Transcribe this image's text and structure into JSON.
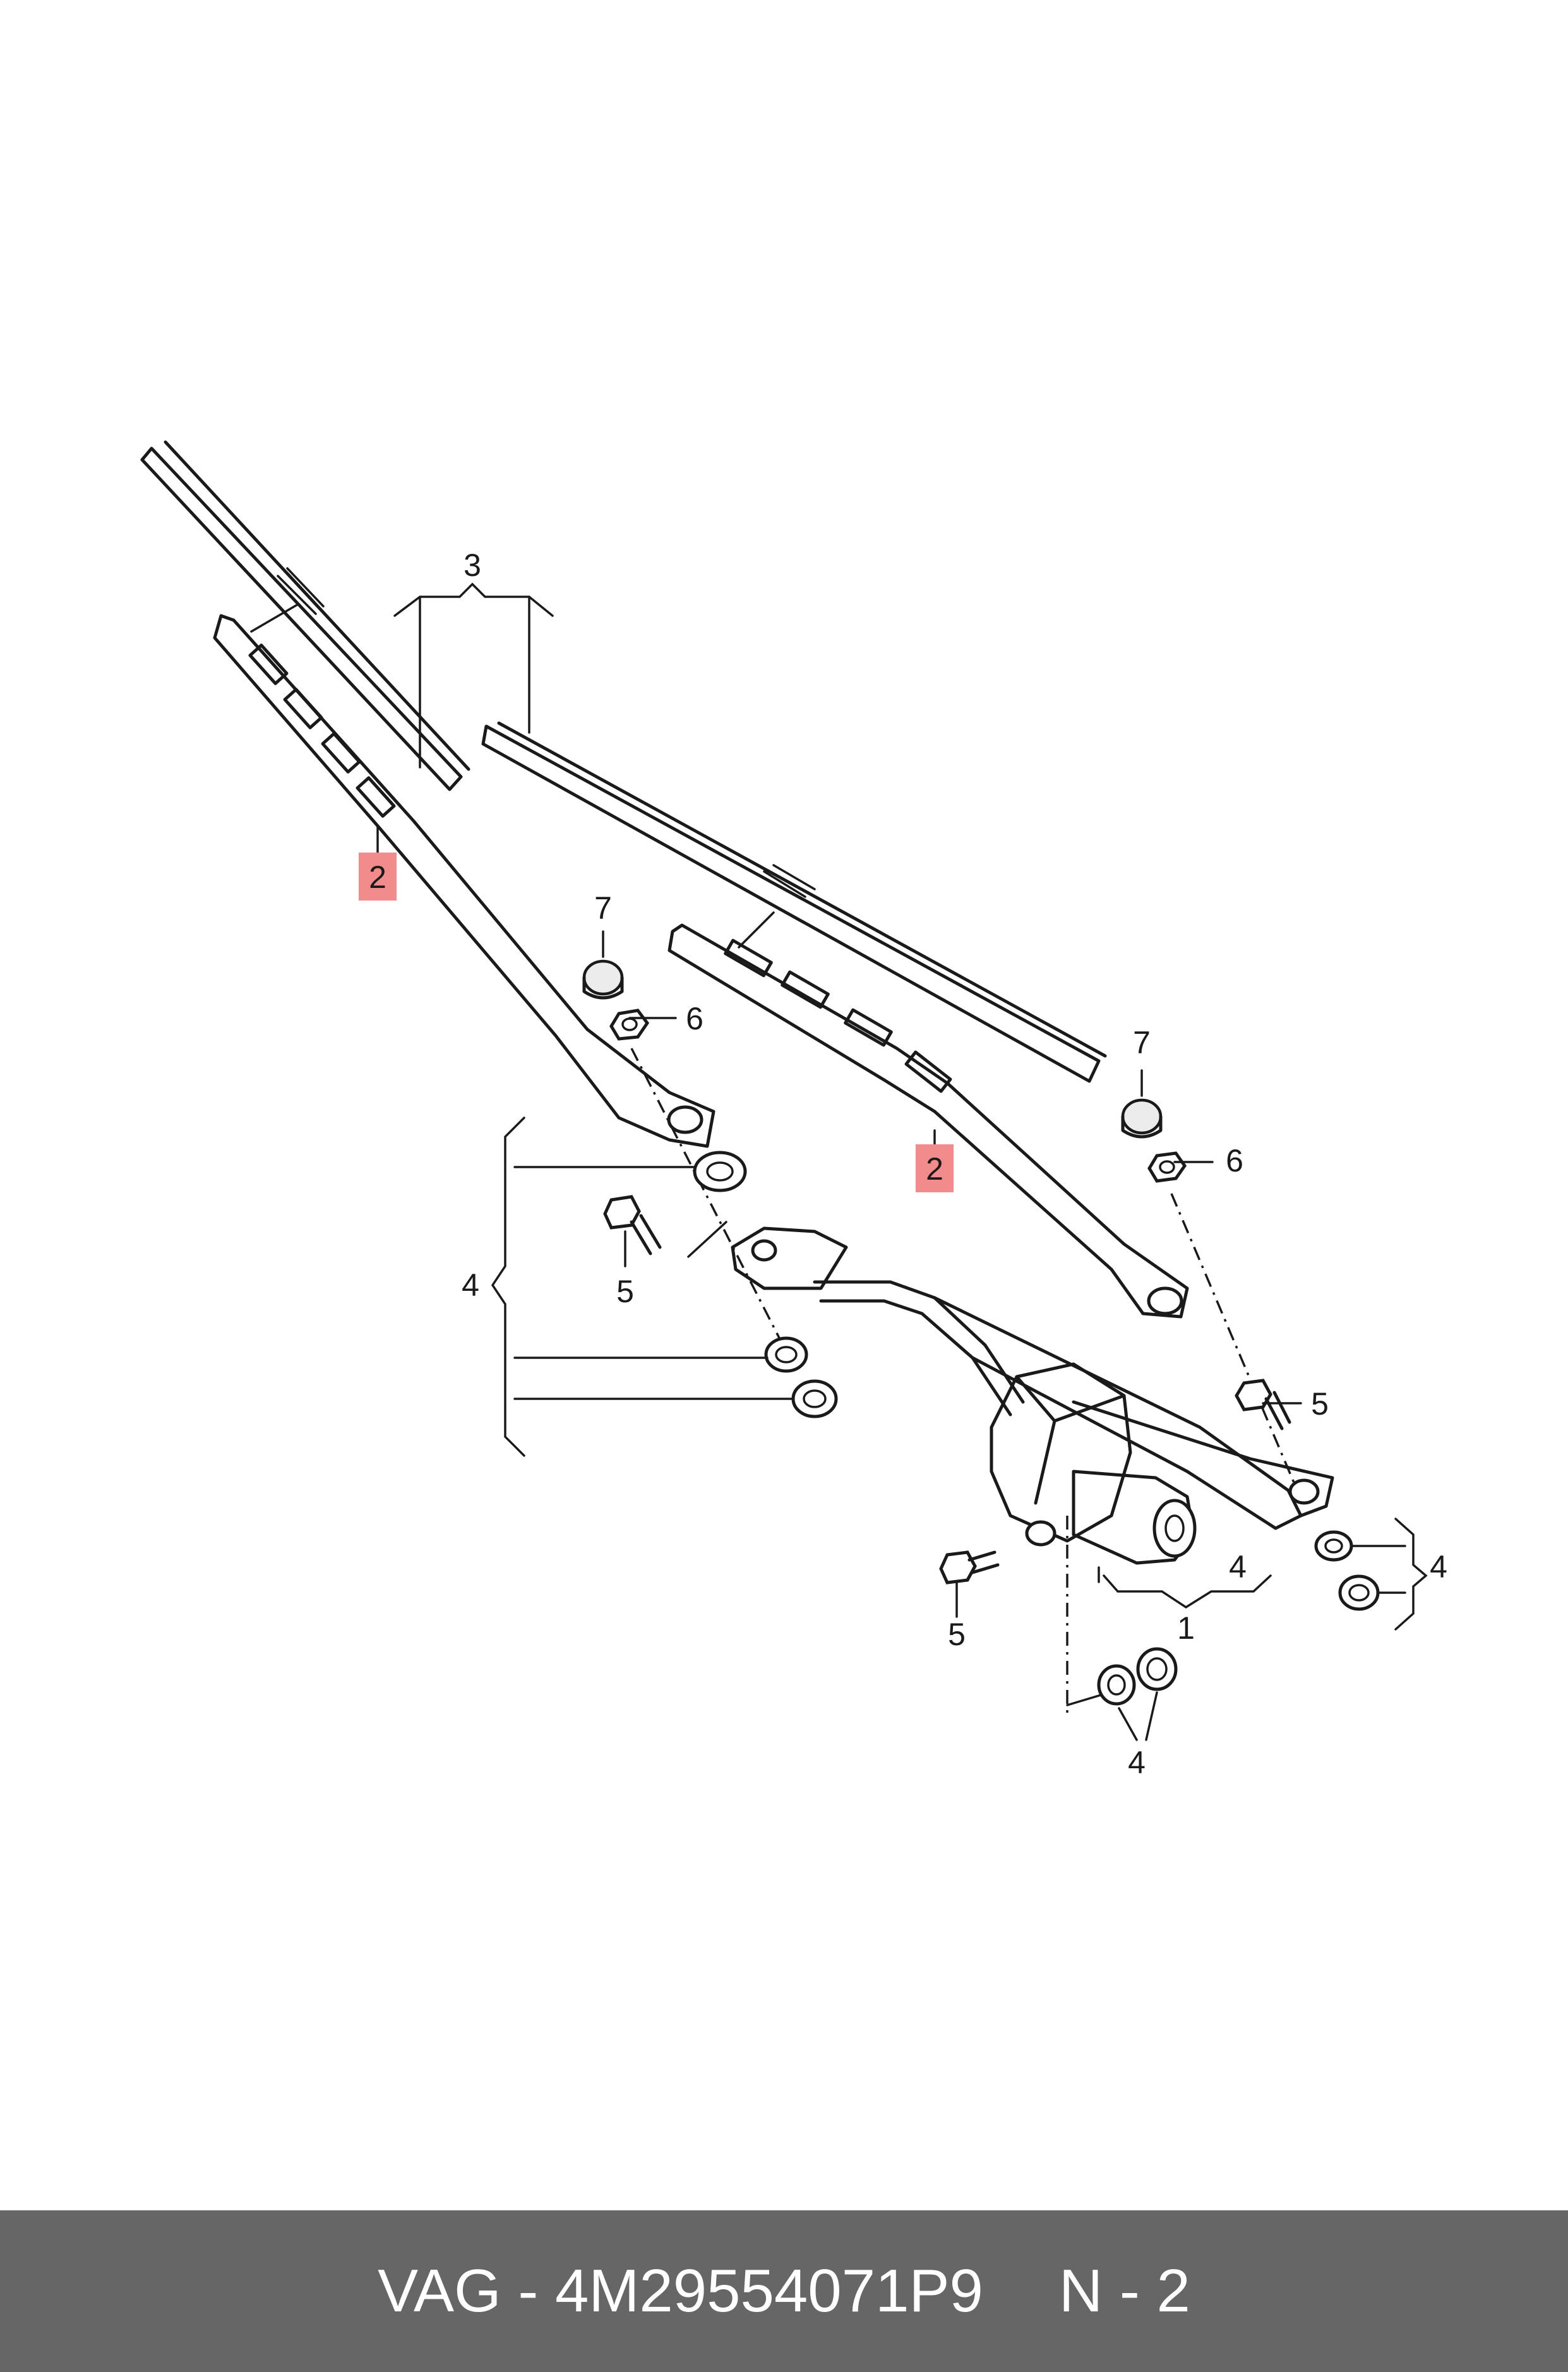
{
  "callouts": {
    "wiper_arm_left": "2",
    "wiper_arm_right": "2",
    "wiper_blade_set": "3",
    "repair_kit_left": "4",
    "repair_kit_motor_bottom": "4",
    "repair_kit_motor_right": "4",
    "repair_kit_right": "4",
    "wiper_linkage": "1",
    "bolt_left": "5",
    "bolt_motor": "5",
    "bolt_right": "5",
    "nut_left": "6",
    "nut_right": "6",
    "cap_left": "7",
    "cap_right": "7"
  },
  "highlight_color": "#f28b8b",
  "footer": {
    "brand": "VAG - 4M29554071P9",
    "page": "N - 2"
  }
}
